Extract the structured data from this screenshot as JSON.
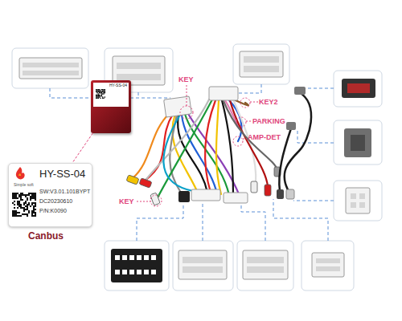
{
  "diagram": {
    "nodes": [
      {
        "text": [
          "Simple soft",
          "HY-SS-04",
          "SW:V3.01.101BYPT",
          "DC20230610",
          "P/N:K0090",
          "Canbus"
        ]
      },
      {
        "text": [
          "HY-SS-04"
        ]
      }
    ],
    "edges": [
      {
        "from": 1,
        "to": 0,
        "arrow": "none"
      }
    ],
    "labels": [
      "KEY",
      "KEY2",
      "PARKING",
      "AMP-DET",
      "KEY"
    ]
  }
}
